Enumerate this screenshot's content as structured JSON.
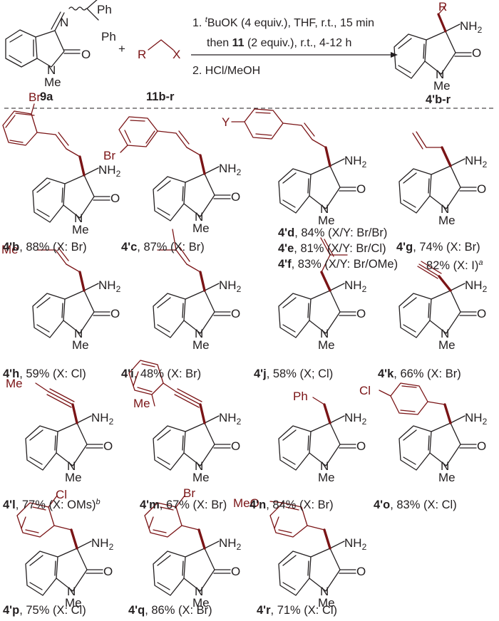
{
  "colors": {
    "ink": "#231f20",
    "substituent": "#7a1416"
  },
  "scheme": {
    "reactant1": {
      "label": "9a",
      "imine_substituents": [
        "Ph",
        "Ph"
      ],
      "atoms": [
        "N",
        "O",
        "N",
        "Me"
      ]
    },
    "plus": "+",
    "reactant2": {
      "label": "11b-r",
      "R": "R",
      "X": "X"
    },
    "conditions": {
      "line1_prefix": "1. ",
      "line1_super": "t",
      "line1_rest": "BuOK (4 equiv.), THF, r.t., 15 min",
      "line2_prefix": "then ",
      "line2_bold": "11",
      "line2_rest": " (2 equiv.), r.t., 4-12 h",
      "line3": "2. HCl/MeOH"
    },
    "product": {
      "label": "4'b-r",
      "R": "R"
    }
  },
  "core_atoms": {
    "NH": "NH",
    "sub2": "2",
    "O": "O",
    "N": "N",
    "Me": "Me"
  },
  "products": [
    {
      "id": "4'b",
      "yield": "88%",
      "cond": "(X: Br)",
      "substituents": [
        "Br"
      ]
    },
    {
      "id": "4'c",
      "yield": "87%",
      "cond": "(X: Br)",
      "substituents": [
        "Br"
      ]
    },
    {
      "id": "4'd",
      "yield": "84%",
      "cond": "(X/Y: Br/Br)",
      "substituents": [
        "Y"
      ]
    },
    {
      "id": "4'e",
      "yield": "81%",
      "cond": "(X/Y: Br/Cl)"
    },
    {
      "id": "4'f",
      "yield": "83%",
      "cond": "(X/Y: Br/OMe)"
    },
    {
      "id": "4'g",
      "yield": "74%",
      "cond": "(X: Br)",
      "extra": "82% (X: I)",
      "extra_sup": "a"
    },
    {
      "id": "4'h",
      "yield": "59%",
      "cond": "(X: Cl)",
      "substituents": [
        "Me"
      ]
    },
    {
      "id": "4'i",
      "yield": "48%",
      "cond": "(X: Br)"
    },
    {
      "id": "4'j",
      "yield": "58%",
      "cond": "(X; Cl)"
    },
    {
      "id": "4'k",
      "yield": "66%",
      "cond": "(X: Br)"
    },
    {
      "id": "4'l",
      "yield": "77%",
      "cond": "(X: OMs)",
      "sup": "b",
      "substituents": [
        "Me"
      ]
    },
    {
      "id": "4'm",
      "yield": "67%",
      "cond": "(X: Br)",
      "substituents": [
        "Me"
      ]
    },
    {
      "id": "4'n",
      "yield": "84%",
      "cond": "(X: Br)",
      "substituents": [
        "Ph"
      ]
    },
    {
      "id": "4'o",
      "yield": "83%",
      "cond": "(X: Cl)",
      "substituents": [
        "Cl"
      ]
    },
    {
      "id": "4'p",
      "yield": "75%",
      "cond": "(X: Cl)",
      "substituents": [
        "Cl"
      ]
    },
    {
      "id": "4'q",
      "yield": "86%",
      "cond": "(X: Br)",
      "substituents": [
        "Br"
      ]
    },
    {
      "id": "4'r",
      "yield": "71%",
      "cond": "(X: Cl)",
      "substituents": [
        "MeO"
      ]
    }
  ]
}
